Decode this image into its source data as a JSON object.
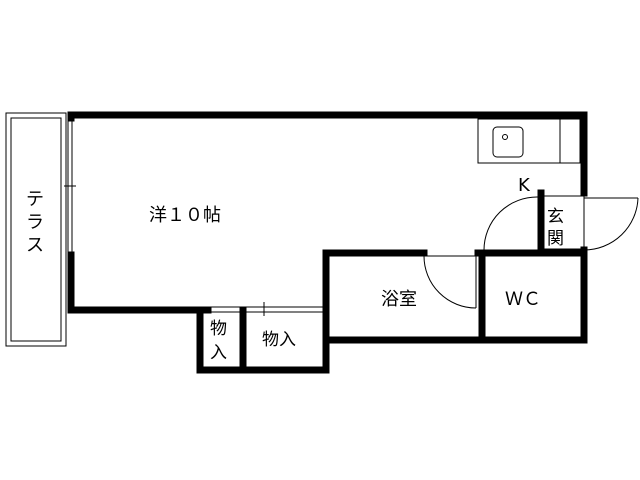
{
  "floor_plan": {
    "rooms": {
      "western_room": "洋１０帖",
      "terrace": "テラス",
      "kitchen": "K",
      "entrance_char1": "玄",
      "entrance_char2": "関",
      "bathroom": "浴室",
      "toilet": "ＷＣ",
      "closet_large": "物入",
      "closet_small_char1": "物",
      "closet_small_char2": "入"
    }
  }
}
